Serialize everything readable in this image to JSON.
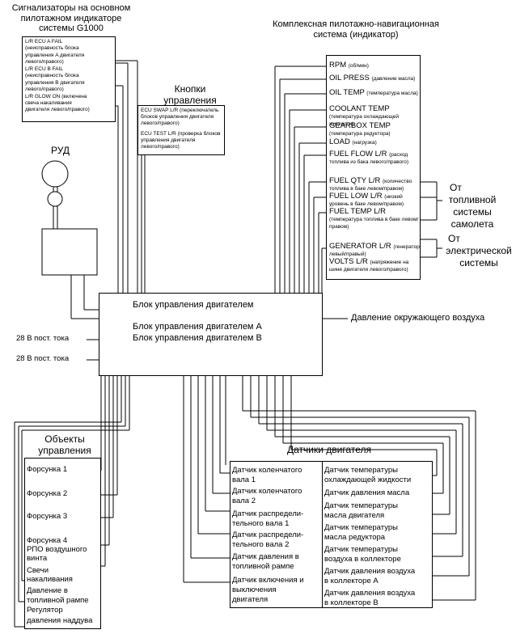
{
  "alerts": {
    "heading": [
      "Сигнализаторы на основном",
      "пилотажном индикаторе",
      "системы G1000"
    ],
    "lines": [
      "L/R ECU A FAIL",
      "(неисправность блока",
      "управления A двигателя",
      "левого/правого)",
      "L/R ECU B FAIL",
      "(неисправность блока",
      "управления B двигателя",
      "левого/правого)",
      "L/R GLOW ON (включена",
      "свеча накаливания",
      "двигателя левого/правого)"
    ]
  },
  "buttons": {
    "heading": [
      "Кнопки",
      "управления"
    ],
    "lines": [
      "ECU SWAP L/R (переключатель",
      "блоков управления двигателя",
      "левого/правого)",
      "",
      "ECU TEST L/R (проверка блоков",
      "управления двигателя",
      "левого/правого)"
    ]
  },
  "ecu": {
    "line1": "Блок управления двигателем",
    "line2": "Блок управления двигателем А",
    "line3": "Блок управления двигателем В"
  },
  "rud_label": "РУД",
  "power": [
    "28 В пост. тока",
    "28 В пост. тока"
  ],
  "ambient_pressure": "Давление окружающего воздуха",
  "indicator": {
    "heading": [
      "Комплексная пилотажно-навигационная",
      "система (индикатор)"
    ],
    "items": [
      {
        "label": "RPM",
        "note": "(об/мин)"
      },
      {
        "label": "OIL PRESS",
        "note": "(давление масла)"
      },
      {
        "label": "OIL TEMP",
        "note": "(температура масла)"
      },
      {
        "label": "COOLANT TEMP",
        "note": "(температура охлаждающей жидкости)"
      },
      {
        "label": "GEARBOX TEMP",
        "note": "(температура редуктора)"
      },
      {
        "label": "LOAD",
        "note": "(нагрузка)"
      },
      {
        "label": "FUEL FLOW L/R",
        "note": "(расход топлива из бака левого/правого)"
      },
      {
        "label": "FUEL QTY L/R",
        "note": "(количество топлива в баке левом/правом)"
      },
      {
        "label": "FUEL LOW L/R",
        "note": "(низкий уровень в баке левом/правом)"
      },
      {
        "label": "FUEL TEMP L/R",
        "note": "(температура топлива в баке левом/правом)"
      },
      {
        "label": "GENERATOR L/R",
        "note": "(генератор левый/правый)"
      },
      {
        "label": "VOLTS L/R",
        "note": "(напряжение на шине двигателя левого/правого)"
      }
    ]
  },
  "fuel_system": [
    "От",
    "топливной",
    "системы",
    "самолета"
  ],
  "electric_system": [
    "От",
    "электрической",
    "системы"
  ],
  "objects": {
    "heading": [
      "Объекты",
      "управления"
    ],
    "items": [
      "Форсунка 1",
      "Форсунка 2",
      "Форсунка 3",
      "Форсунка 4",
      "РПО воздушного",
      "винта",
      "Свечи",
      "накаливания",
      "Давление в",
      "топливной рампе",
      "Регулятор",
      "давления наддува"
    ]
  },
  "sensors": {
    "heading": "Датчики двигателя",
    "left": [
      "Датчик коленчатого",
      "вала 1",
      "Датчик коленчатого",
      "вала 2",
      "Датчик распредели-",
      "тельного вала 1",
      "Датчик распредели-",
      "тельного вала 2",
      "Датчик давления в",
      "топливной рампе",
      "Датчик включения и",
      "выключения",
      "двигателя"
    ],
    "right": [
      "Датчик температуры",
      "охлаждающей жидкости",
      "Датчик давления  масла",
      "Датчик температуры",
      "масла двигателя",
      "Датчик температуры",
      "масла редуктора",
      "Датчик температуры",
      "воздуха в коллекторе",
      "Датчик давления воздуха",
      "в коллекторе А",
      "Датчик давления воздуха",
      "в коллекторе В"
    ]
  }
}
